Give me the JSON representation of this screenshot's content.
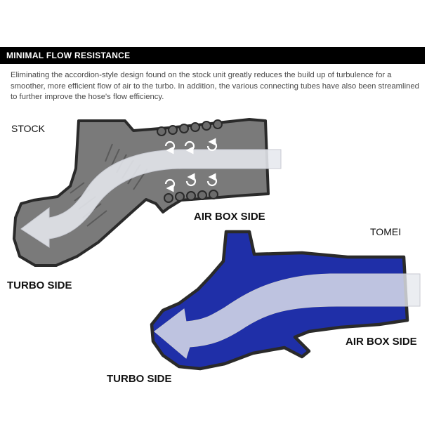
{
  "header": {
    "title": "MINIMAL FLOW RESISTANCE"
  },
  "description": "Eliminating the accordion-style design found on the stock unit greatly reduces the build up of turbulence for a smoother, more efficient flow of air to the turbo. In addition, the various connecting tubes have also been streamlined to further improve the hose's flow efficiency.",
  "stock": {
    "title": "STOCK",
    "air_box_label": "AIR BOX SIDE",
    "turbo_label": "TURBO SIDE",
    "body_color": "#7a7a7a",
    "outline_color": "#2a2a2a"
  },
  "tomei": {
    "title": "TOMEI",
    "air_box_label": "AIR BOX SIDE",
    "turbo_label": "TURBO SIDE",
    "body_color": "#1f2fa8",
    "outline_color": "#2a2a2a"
  },
  "colors": {
    "flow_arrow": "#e6e8ee",
    "header_bg": "#000000"
  },
  "icons": {
    "turbulence": "swirl-icon"
  }
}
